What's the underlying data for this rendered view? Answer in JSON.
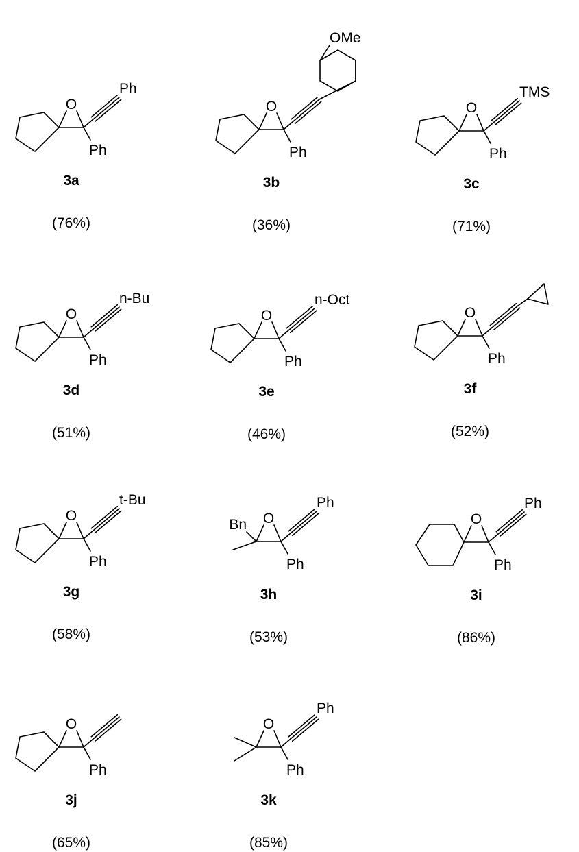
{
  "compounds": [
    {
      "id": "3a",
      "yield": "(76%)",
      "ring": "cyclopentane",
      "alkyne_substituent": "Ph",
      "aryl_label": "Ph",
      "atom_label": "O"
    },
    {
      "id": "3b",
      "yield": "(36%)",
      "ring": "cyclopentane",
      "alkyne_substituent": "4-methoxyphenyl",
      "substituent_label": "OMe",
      "aryl_label": "Ph",
      "atom_label": "O"
    },
    {
      "id": "3c",
      "yield": "(71%)",
      "ring": "cyclopentane",
      "alkyne_substituent": "TMS",
      "aryl_label": "Ph",
      "atom_label": "O"
    },
    {
      "id": "3d",
      "yield": "(51%)",
      "ring": "cyclopentane",
      "alkyne_substituent": "n-Bu",
      "aryl_label": "Ph",
      "atom_label": "O"
    },
    {
      "id": "3e",
      "yield": "(46%)",
      "ring": "cyclopentane",
      "alkyne_substituent": "n-Oct",
      "aryl_label": "Ph",
      "atom_label": "O"
    },
    {
      "id": "3f",
      "yield": "(52%)",
      "ring": "cyclopentane",
      "alkyne_substituent": "cyclopropyl",
      "aryl_label": "Ph",
      "atom_label": "O"
    },
    {
      "id": "3g",
      "yield": "(58%)",
      "ring": "cyclopentane",
      "alkyne_substituent": "t-Bu",
      "aryl_label": "Ph",
      "atom_label": "O"
    },
    {
      "id": "3h",
      "yield": "(53%)",
      "ring": "Bn-methyl",
      "alkyne_substituent": "Ph",
      "substituent_label": "Bn",
      "aryl_label": "Ph",
      "atom_label": "O"
    },
    {
      "id": "3i",
      "yield": "(86%)",
      "ring": "cyclohexane",
      "alkyne_substituent": "Ph",
      "aryl_label": "Ph",
      "atom_label": "O"
    },
    {
      "id": "3j",
      "yield": "(65%)",
      "ring": "cyclopentane",
      "alkyne_substituent": "H",
      "aryl_label": "Ph",
      "atom_label": "O"
    },
    {
      "id": "3k",
      "yield": "(85%)",
      "ring": "gem-dimethyl",
      "alkyne_substituent": "Ph",
      "aryl_label": "Ph",
      "atom_label": "O"
    }
  ]
}
